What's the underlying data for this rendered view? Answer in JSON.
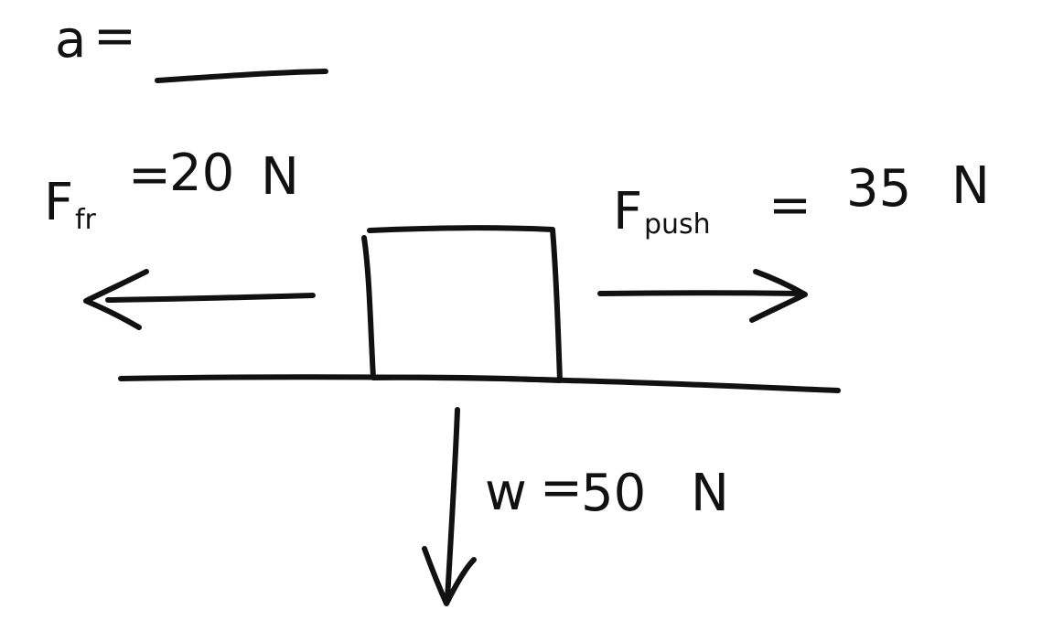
{
  "acceleration": {
    "symbol": "a",
    "equals": "=",
    "answer": ""
  },
  "forces": {
    "friction": {
      "symbol": "F",
      "subscript": "fr",
      "equals": "=",
      "magnitude": "20",
      "unit": "N"
    },
    "push": {
      "symbol": "F",
      "subscript": "push",
      "equals": "=",
      "magnitude": "35",
      "unit": "N"
    },
    "weight": {
      "symbol": "w",
      "equals": "=",
      "magnitude": "50",
      "unit": "N"
    }
  },
  "colors": {
    "ink": "#111111",
    "paper": "#ffffff"
  }
}
